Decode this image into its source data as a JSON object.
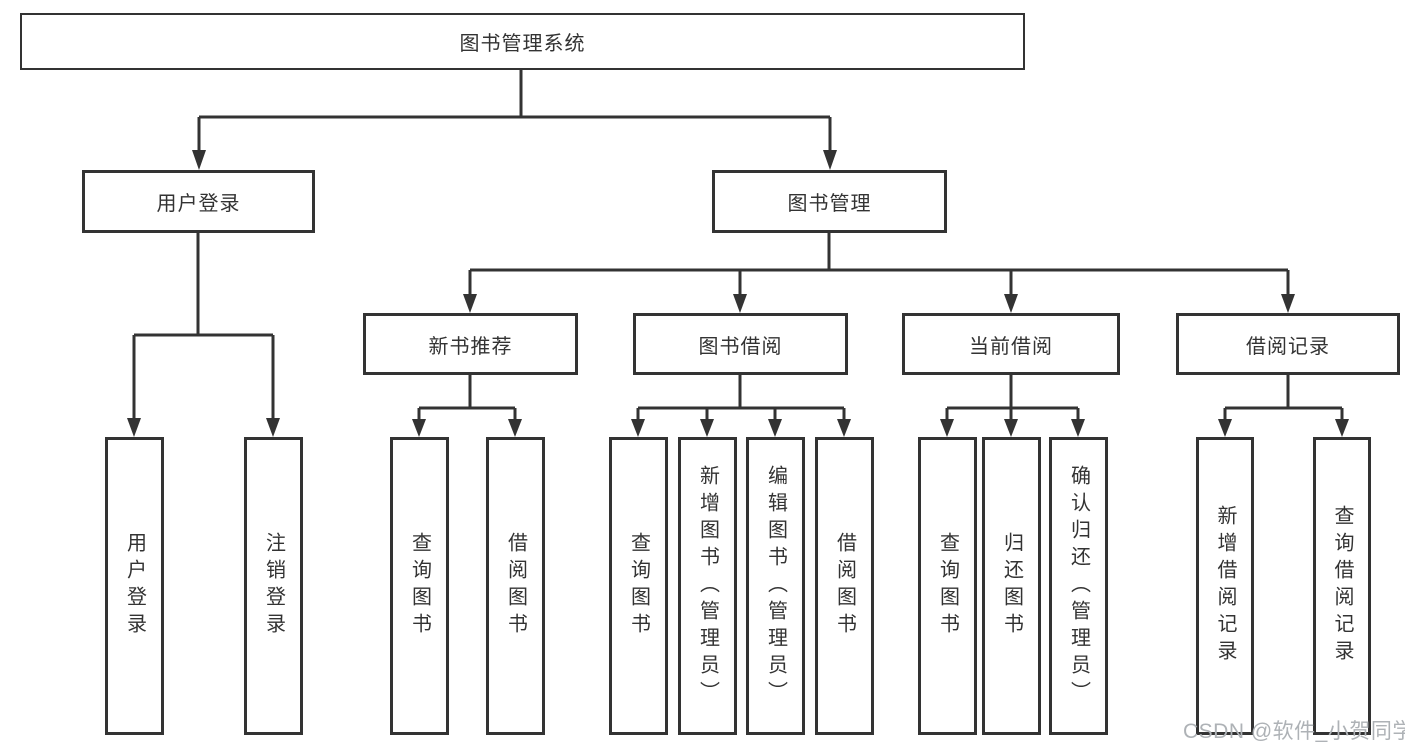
{
  "colors": {
    "line": "#333333",
    "box_border": "#333333",
    "text": "#333333",
    "watermark_text_color": "#aeb2b6",
    "background": "#ffffff"
  },
  "tree": {
    "root": {
      "label": "图书管理系统"
    },
    "level2": [
      {
        "label": "用户登录",
        "parent": "图书管理系统"
      },
      {
        "label": "图书管理",
        "parent": "图书管理系统"
      }
    ],
    "level3": [
      {
        "label": "新书推荐",
        "parent": "图书管理"
      },
      {
        "label": "图书借阅",
        "parent": "图书管理"
      },
      {
        "label": "当前借阅",
        "parent": "图书管理"
      },
      {
        "label": "借阅记录",
        "parent": "图书管理"
      }
    ],
    "leaves": [
      {
        "label": "用户登录",
        "parent": "用户登录"
      },
      {
        "label": "注销登录",
        "parent": "用户登录"
      },
      {
        "label": "查询图书",
        "parent": "新书推荐"
      },
      {
        "label": "借阅图书",
        "parent": "新书推荐"
      },
      {
        "label": "查询图书",
        "parent": "图书借阅"
      },
      {
        "label": "新增图书（管理员）",
        "parent": "图书借阅"
      },
      {
        "label": "编辑图书（管理员）",
        "parent": "图书借阅"
      },
      {
        "label": "借阅图书",
        "parent": "图书借阅"
      },
      {
        "label": "查询图书",
        "parent": "当前借阅"
      },
      {
        "label": "归还图书",
        "parent": "当前借阅"
      },
      {
        "label": "确认归还（管理员）",
        "parent": "当前借阅"
      },
      {
        "label": "新增借阅记录",
        "parent": "借阅记录"
      },
      {
        "label": "查询借阅记录",
        "parent": "借阅记录"
      }
    ]
  },
  "watermark": {
    "text": "CSDN @软件_小贺同学"
  }
}
